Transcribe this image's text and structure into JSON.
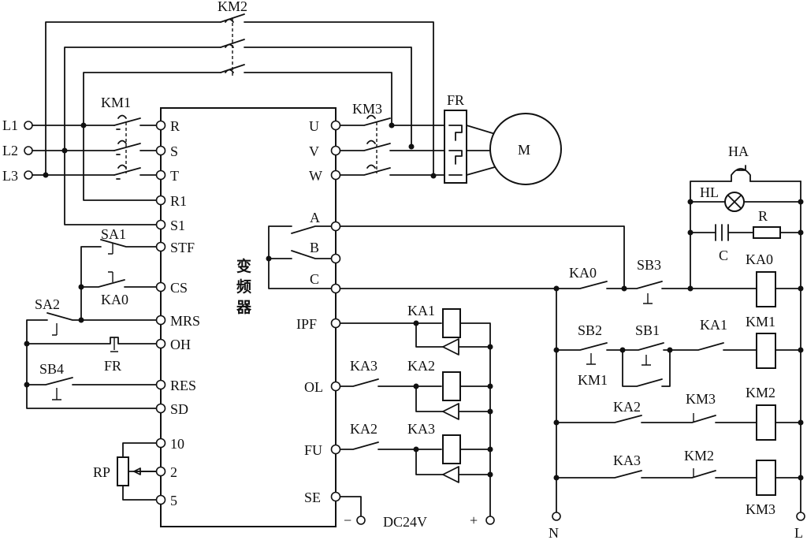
{
  "diagram": {
    "inverter": {
      "name": "变频器",
      "chars": [
        "变",
        "频",
        "器"
      ]
    },
    "supply_terminals": [
      "L1",
      "L2",
      "L3"
    ],
    "inverter_input_terminals": [
      "R",
      "S",
      "T",
      "R1",
      "S1"
    ],
    "inverter_control_terminals": [
      "STF",
      "CS",
      "MRS",
      "OH",
      "RES",
      "SD",
      "10",
      "2",
      "5"
    ],
    "inverter_output_terminals": [
      "U",
      "V",
      "W"
    ],
    "inverter_alarm_terminals": [
      "A",
      "B",
      "C"
    ],
    "inverter_status_terminals": [
      "IPF",
      "OL",
      "FU",
      "SE"
    ],
    "components": {
      "km1": "KM1",
      "km2": "KM2",
      "km3": "KM3",
      "fr": "FR",
      "motor": "M",
      "sa1": "SA1",
      "sa2": "SA2",
      "sb4": "SB4",
      "ka0": "KA0",
      "fr2": "FR",
      "rp": "RP",
      "ka1": "KA1",
      "ka2": "KA2",
      "ka3": "KA3",
      "ka3_contact": "KA3",
      "ka2_contact": "KA2",
      "dc24v": "DC24V",
      "minus": "−",
      "plus": "+",
      "ha": "HA",
      "hl": "HL",
      "r": "R",
      "c": "C",
      "ctrl_ka0": "KA0",
      "sb3": "SB3",
      "coil_ka0": "KA0",
      "sb2": "SB2",
      "sb1": "SB1",
      "ka1_contact": "KA1",
      "coil_km1": "KM1",
      "km1_aux": "KM1",
      "ka2_ctrl": "KA2",
      "km3_nc": "KM3",
      "coil_km2": "KM2",
      "ka3_ctrl": "KA3",
      "km2_nc": "KM2",
      "coil_km3": "KM3",
      "n": "N",
      "l": "L"
    }
  }
}
